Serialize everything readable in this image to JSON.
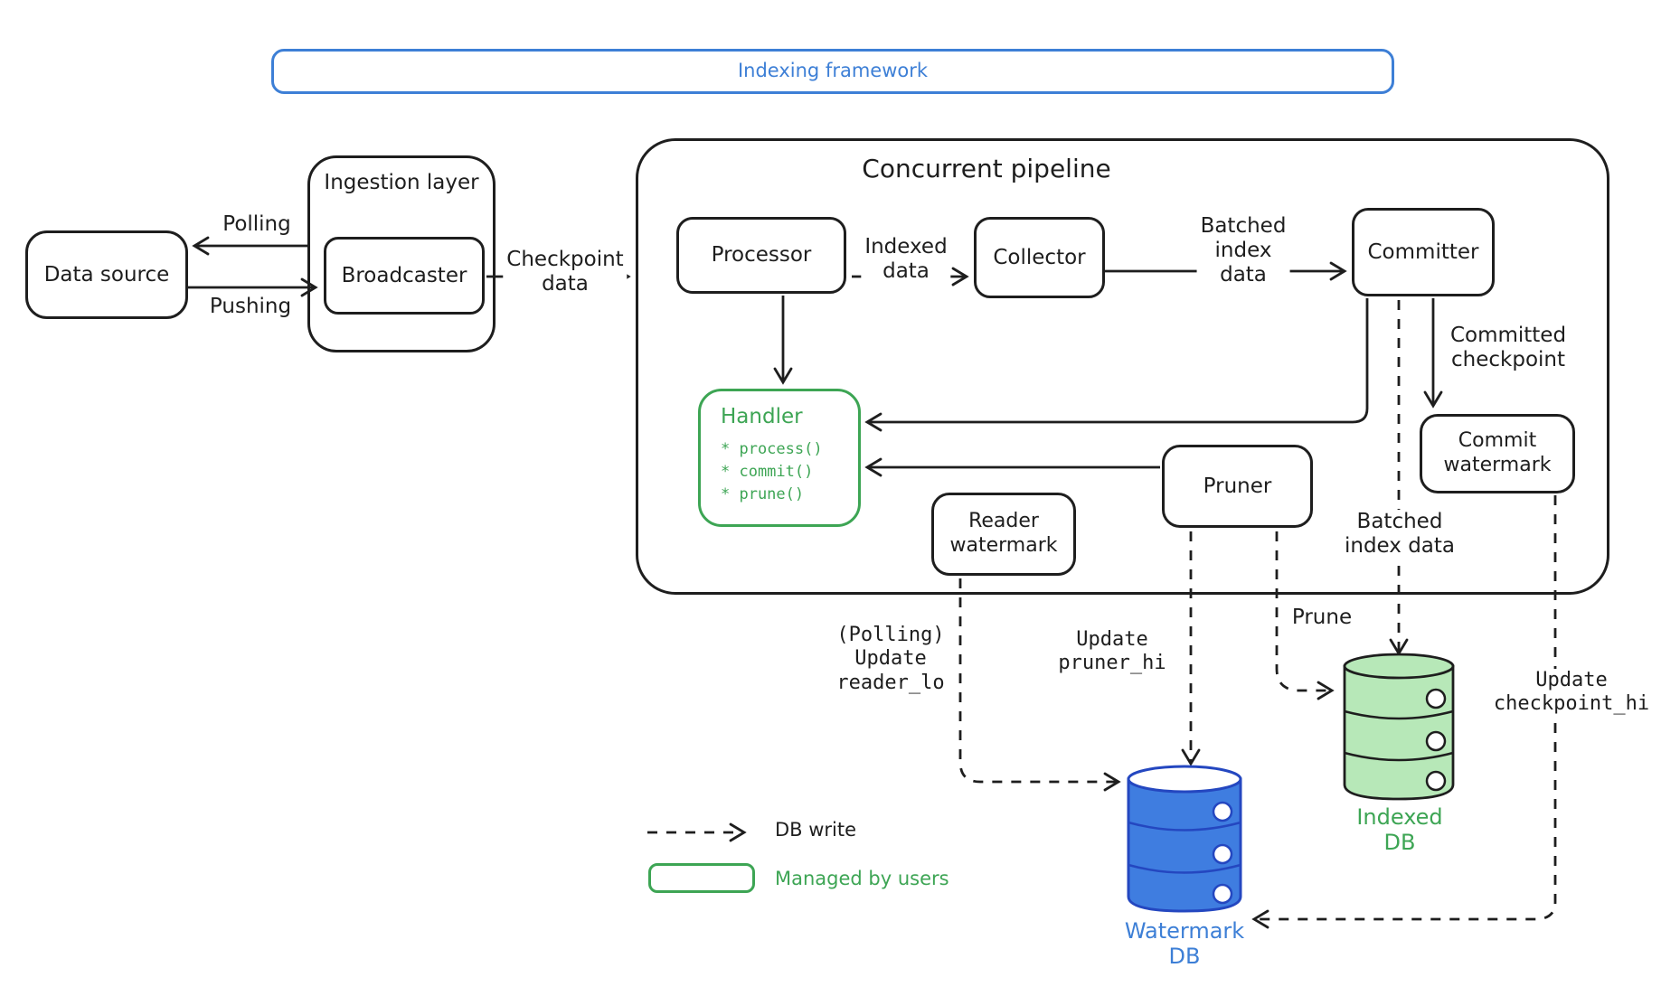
{
  "banner": {
    "title": "Indexing framework"
  },
  "nodes": {
    "data_source": {
      "label": "Data source"
    },
    "ingestion": {
      "title": "Ingestion layer"
    },
    "broadcaster": {
      "label": "Broadcaster"
    },
    "pipeline": {
      "title": "Concurrent pipeline"
    },
    "processor": {
      "label": "Processor"
    },
    "collector": {
      "label": "Collector"
    },
    "committer": {
      "label": "Committer"
    },
    "handler": {
      "title": "Handler",
      "methods": [
        "* process()",
        "* commit()",
        "* prune()"
      ]
    },
    "reader_watermark": {
      "label": "Reader\nwatermark"
    },
    "pruner": {
      "label": "Pruner"
    },
    "commit_watermark": {
      "label": "Commit\nwatermark"
    }
  },
  "databases": {
    "watermark_db": {
      "label": "Watermark\nDB",
      "fill": "#3f7de0",
      "stroke": "#2447c0"
    },
    "indexed_db": {
      "label": "Indexed\nDB",
      "fill": "#b7e8b8",
      "stroke": "#1e1e1e"
    }
  },
  "edge_labels": {
    "polling": "Polling",
    "pushing": "Pushing",
    "checkpoint_data": "Checkpoint\ndata",
    "indexed_data": "Indexed\ndata",
    "batched_index_data": "Batched\nindex\ndata",
    "committed_checkpoint": "Committed\ncheckpoint",
    "batched_index_data_db": "Batched\nindex data",
    "update_reader_lo": "(Polling)\nUpdate\nreader_lo",
    "update_pruner_hi": "Update\npruner_hi",
    "prune": "Prune",
    "update_checkpoint_hi": "Update\ncheckpoint_hi"
  },
  "legend": {
    "db_write": "DB write",
    "managed_by_users": "Managed by users"
  },
  "colors": {
    "ink": "#1e1e1e",
    "blue": "#3d7fd6",
    "green": "#3da554"
  }
}
